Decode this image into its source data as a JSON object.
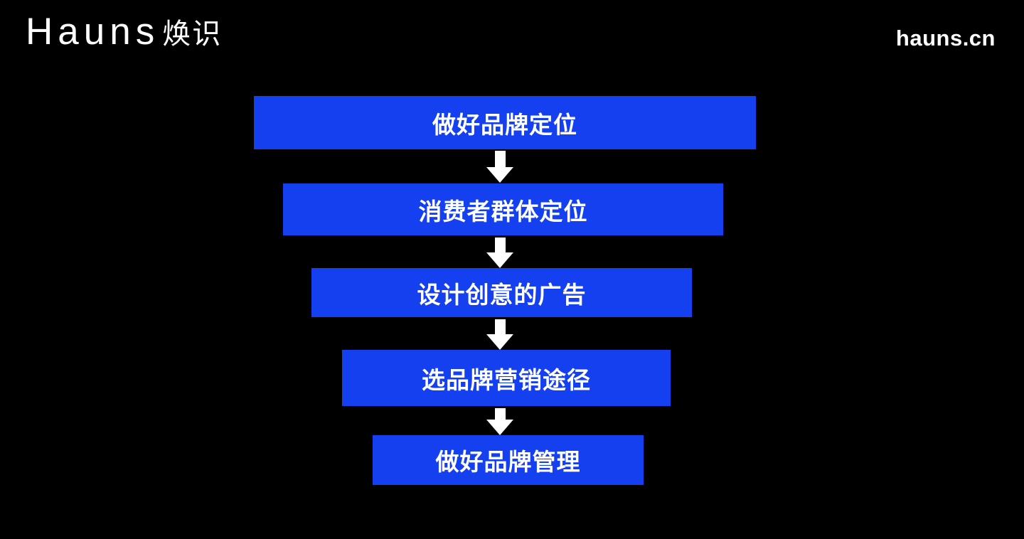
{
  "header": {
    "logo_latin": "Hauns",
    "logo_cjk": "焕识",
    "website": "hauns.cn"
  },
  "colors": {
    "background": "#000000",
    "accent_blue": "#1540f0",
    "text_white": "#ffffff"
  },
  "chart_data": {
    "type": "flowchart",
    "direction": "top-down",
    "steps": [
      "做好品牌定位",
      "消费者群体定位",
      "设计创意的广告",
      "选品牌营销途径",
      "做好品牌管理"
    ]
  },
  "flow": {
    "steps": [
      {
        "label": "做好品牌定位"
      },
      {
        "label": "消费者群体定位"
      },
      {
        "label": "设计创意的广告"
      },
      {
        "label": "选品牌营销途径"
      },
      {
        "label": "做好品牌管理"
      }
    ]
  }
}
